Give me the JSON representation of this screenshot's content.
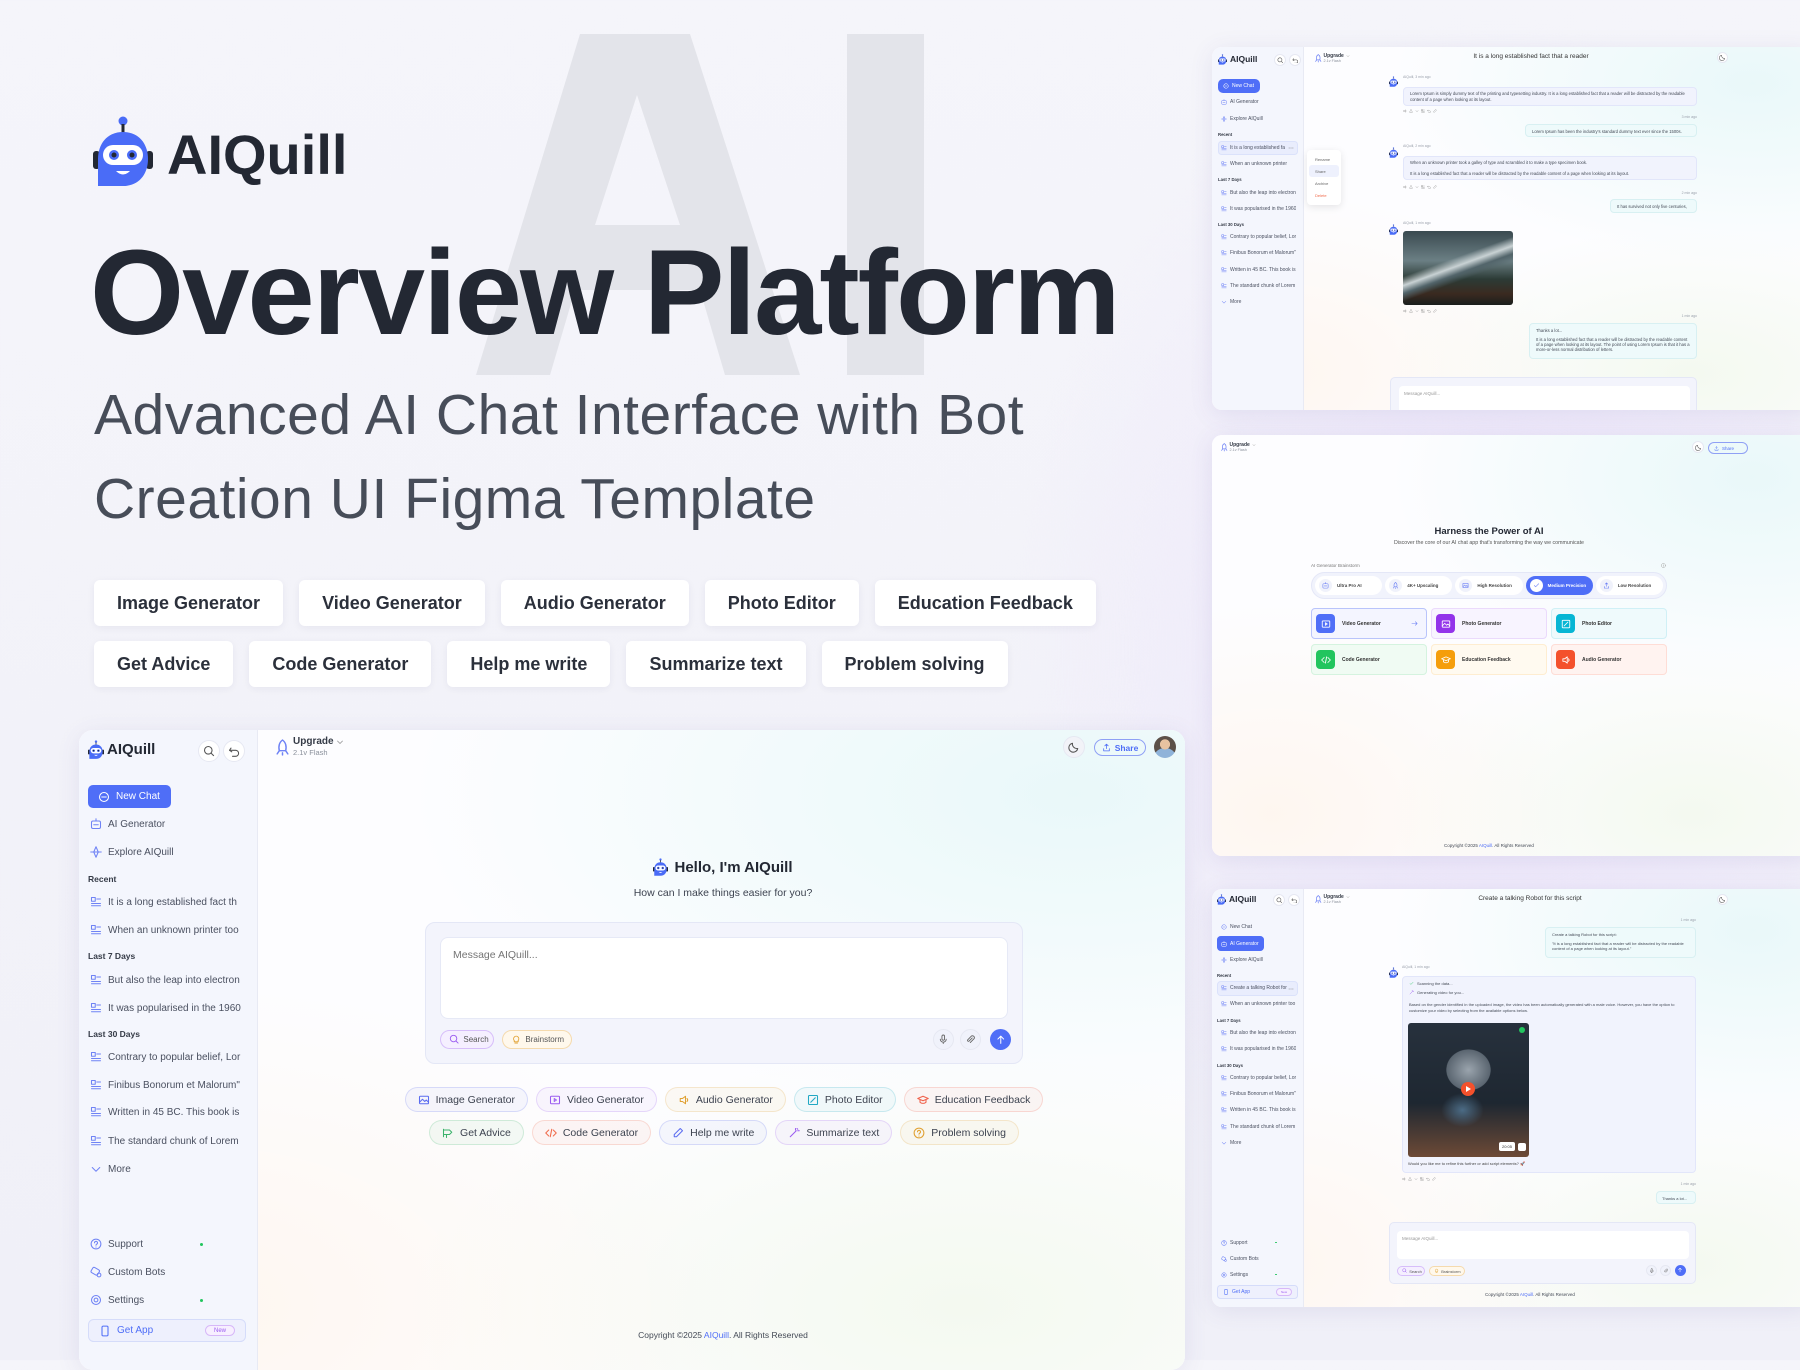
{
  "brand": {
    "name": "AIQuill",
    "watermark": "AI"
  },
  "hero": {
    "title": "Overview Platform",
    "subtitle_line1": "Advanced AI Chat Interface with Bot",
    "subtitle_line2": "Creation UI Figma Template",
    "chips_row1": [
      "Image Generator",
      "Video Generator",
      "Audio Generator",
      "Photo Editor",
      "Education Feedback"
    ],
    "chips_row2": [
      "Get Advice",
      "Code Generator",
      "Help me write",
      "Summarize text",
      "Problem solving"
    ]
  },
  "colors": {
    "accent": "#4f6ef7",
    "text": "#232833",
    "watermark": "#e3e4ea",
    "delete": "#f06a4a",
    "online": "#22c55e"
  },
  "sidebar": {
    "new_chat": "New Chat",
    "ai_generator": "AI Generator",
    "explore": "Explore AIQuill",
    "recent_title": "Recent",
    "recent": [
      "It is a long established fact th",
      "When an unknown printer too"
    ],
    "last7_title": "Last 7 Days",
    "last7": [
      "But also the leap into electron",
      "It was popularised in the 1960"
    ],
    "last30_title": "Last 30 Days",
    "last30": [
      "Contrary to popular belief, Lor",
      "Finibus Bonorum et Malorum\"",
      "Written in 45 BC. This book is",
      "The standard chunk of Lorem"
    ],
    "more": "More",
    "support": "Support",
    "custom_bots": "Custom Bots",
    "settings": "Settings",
    "get_app": "Get App",
    "new_badge": "New"
  },
  "topbar": {
    "upgrade": "Upgrade",
    "model": "2.1v Flash",
    "share": "Share"
  },
  "welcome": {
    "greeting": "Hello, I'm AIQuill",
    "prompt": "How can I make things easier for you?"
  },
  "composer": {
    "placeholder": "Message AIQuill...",
    "search": "Search",
    "brainstorm": "Brainstorm"
  },
  "quick_actions": [
    {
      "label": "Image Generator",
      "icon": "image-icon",
      "color": "#5b6cf0"
    },
    {
      "label": "Video Generator",
      "icon": "video-icon",
      "color": "#9b5cf0"
    },
    {
      "label": "Audio Generator",
      "icon": "speaker-icon",
      "color": "#e0a030"
    },
    {
      "label": "Photo Editor",
      "icon": "photo-edit-icon",
      "color": "#21a8c4"
    },
    {
      "label": "Education Feedback",
      "icon": "graduation-cap-icon",
      "color": "#f0604a"
    },
    {
      "label": "Get Advice",
      "icon": "megaphone-icon",
      "color": "#3bb26a"
    },
    {
      "label": "Code Generator",
      "icon": "code-icon",
      "color": "#f06a4a"
    },
    {
      "label": "Help me write",
      "icon": "pen-icon",
      "color": "#5b6cf0"
    },
    {
      "label": "Summarize text",
      "icon": "magic-wand-icon",
      "color": "#9b5cf0"
    },
    {
      "label": "Problem solving",
      "icon": "question-icon",
      "color": "#e0a030"
    }
  ],
  "footer": {
    "prefix": "Copyright ©2025 ",
    "brand": "AIQuill",
    "suffix": ". All Rights Reserved"
  },
  "preview_chat": {
    "title": "It is a long established fact that a reader",
    "recent": [
      "It is a long established fa",
      "When an unknown printer"
    ],
    "context_menu": [
      "Rename",
      "Share",
      "Archive",
      "Delete"
    ],
    "messages": [
      {
        "role": "bot",
        "meta": "AIQuill, 3 min ago",
        "text": "Lorem Ipsum is simply dummy text of the printing and typesetting industry. It is a long established fact that a reader will be distracted by the readable content of a page when looking at its layout."
      },
      {
        "role": "user",
        "meta": "3 min ago",
        "text": "Lorem Ipsum has been the industry's standard dummy text ever since the 1500s."
      },
      {
        "role": "bot",
        "meta": "AIQuill, 2 min ago",
        "text": "When an unknown printer took a galley of type and scrambled it to make a type specimen book.",
        "text2": "It is a long established fact that a reader will be distracted by the readable content of a page when looking at its layout."
      },
      {
        "role": "user",
        "meta": "2 min ago",
        "text": "It has survived not only five centuries,"
      },
      {
        "role": "bot",
        "meta": "AIQuill, 1 min ago"
      },
      {
        "role": "user",
        "meta": "1 min ago",
        "text": "Thanks a lot...",
        "text2": "It is a long established fact that a reader will be distracted by the readable content of a page when looking at its layout. The point of using Lorem Ipsum is that it has a more-or-less normal distribution of letters."
      }
    ]
  },
  "preview_generator": {
    "heading": "Harness the Power of AI",
    "subheading": "Discover the core of our AI chat app that's transforming the way we communicate",
    "section_label": "AI Generator Brainstorm",
    "modes": [
      "Ultra Pro AI",
      "4K+ Upscaling",
      "High Resolution",
      "Medium Precision",
      "Low Resolution"
    ],
    "active_mode": "Medium Precision",
    "cards": [
      {
        "label": "Video Generator",
        "color": "#4f6ef7",
        "bg": "#f4f5ff"
      },
      {
        "label": "Photo Generator",
        "color": "#9333ea",
        "bg": "#f8f4ff"
      },
      {
        "label": "Photo Editor",
        "color": "#06b6d4",
        "bg": "#effafc"
      },
      {
        "label": "Code Generator",
        "color": "#22c55e",
        "bg": "#f0fbf3"
      },
      {
        "label": "Education Feedback",
        "color": "#f59e0b",
        "bg": "#fffaf0"
      },
      {
        "label": "Audio Generator",
        "color": "#f4512c",
        "bg": "#fff3f0"
      }
    ]
  },
  "preview_video": {
    "title": "Create a talking Robot for this script",
    "recent": [
      "Create a talking Robot for",
      "When an unknown printer too"
    ],
    "user_meta": "1 min ago",
    "user_text": "Create a talking Robot for this script:",
    "user_quote": "\"It is a long established fact that a reader will be distracted by the readable content of a page when looking at its layout.\"",
    "bot_meta": "AIQuill, 1 min ago",
    "status1": "Scanning the data...",
    "status2": "Generating video for you...",
    "bot_text": "Based on the gender identified in the uploaded image, the video has been automatically generated with a male voice. However, you have the option to customize your video by selecting from the available options below.",
    "video_duration": "20:05",
    "followup": "Would you like me to refine this further or add script elements? 🚀",
    "reply_meta": "1 min ago",
    "reply": "Thanks a lot..."
  }
}
